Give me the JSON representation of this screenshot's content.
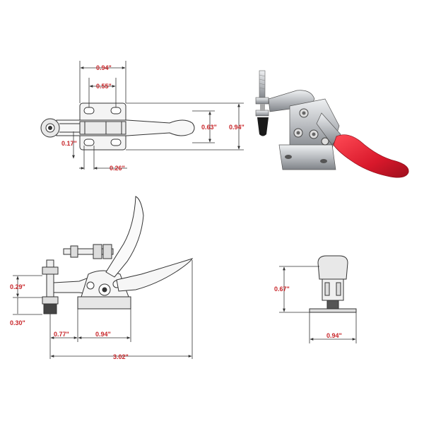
{
  "colors": {
    "dimension_text": "#c8262a",
    "line": "#333333",
    "metal": "#b9bcc0",
    "handle_grip": "#d8182b",
    "rubber_tip": "#1a1a1a"
  },
  "top_view": {
    "width_overall": "0.94\"",
    "hole_spacing": "0.55\"",
    "height_inner": "0.63\"",
    "height_overall": "0.94\"",
    "slot_offset": "0.17\"",
    "slot_width": "0.26\""
  },
  "side_view": {
    "spindle_height": "0.29\"",
    "base_height": "0.30\"",
    "reach": "0.77\"",
    "base_length": "0.94\"",
    "overall_length": "3.02\""
  },
  "front_view": {
    "height": "0.67\"",
    "base_width": "0.94\""
  }
}
